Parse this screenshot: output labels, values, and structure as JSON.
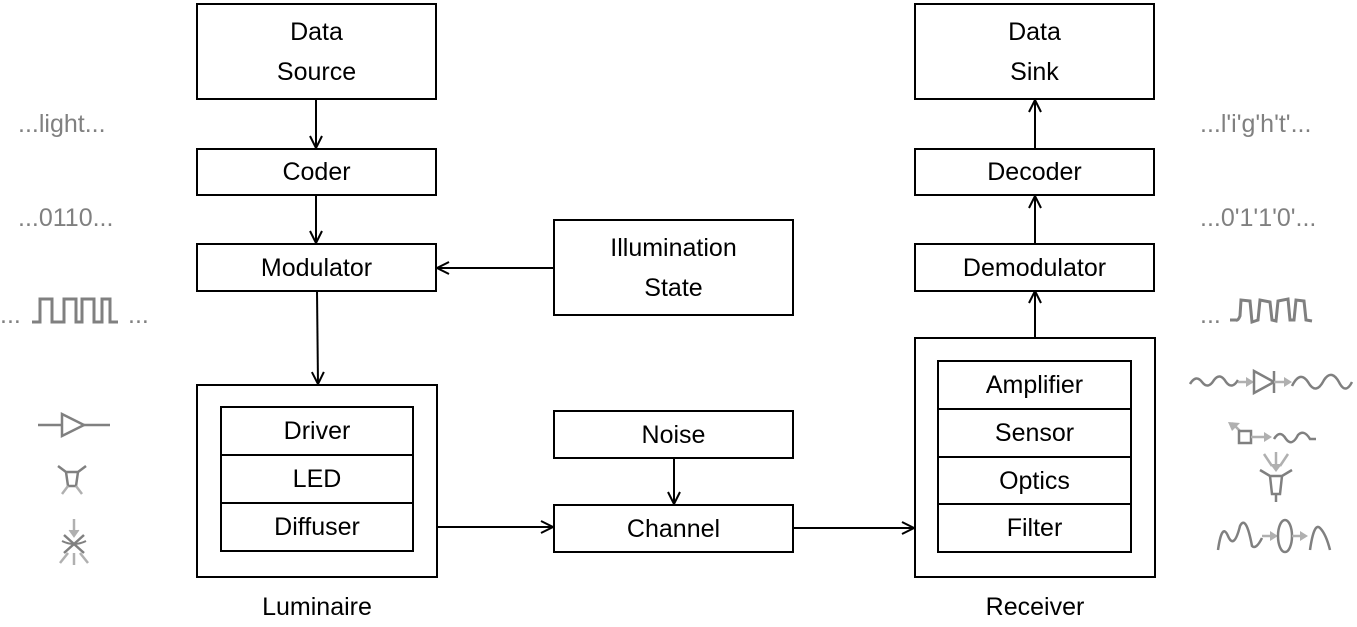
{
  "transmitter": {
    "data_source": "Data\nSource",
    "coder": "Coder",
    "modulator": "Modulator",
    "driver": "Driver",
    "led": "LED",
    "diffuser": "Diffuser",
    "caption": "Luminaire"
  },
  "illumination_state": "Illumination\nState",
  "noise": "Noise",
  "channel": "Channel",
  "receiver": {
    "data_sink": "Data\nSink",
    "decoder": "Decoder",
    "demodulator": "Demodulator",
    "amplifier": "Amplifier",
    "sensor": "Sensor",
    "optics": "Optics",
    "filter": "Filter",
    "caption": "Receiver"
  },
  "left_annotations": {
    "text": "...light...",
    "bits": "...0110...",
    "signal_prefix": "...",
    "signal_suffix": "..."
  },
  "right_annotations": {
    "text": "...l'i'g'h't'...",
    "bits": "...0'1'1'0'...",
    "signal_prefix": "..."
  },
  "colors": {
    "annotation": "#808080",
    "annotation_light": "#b0b0b0",
    "line": "#000000"
  }
}
